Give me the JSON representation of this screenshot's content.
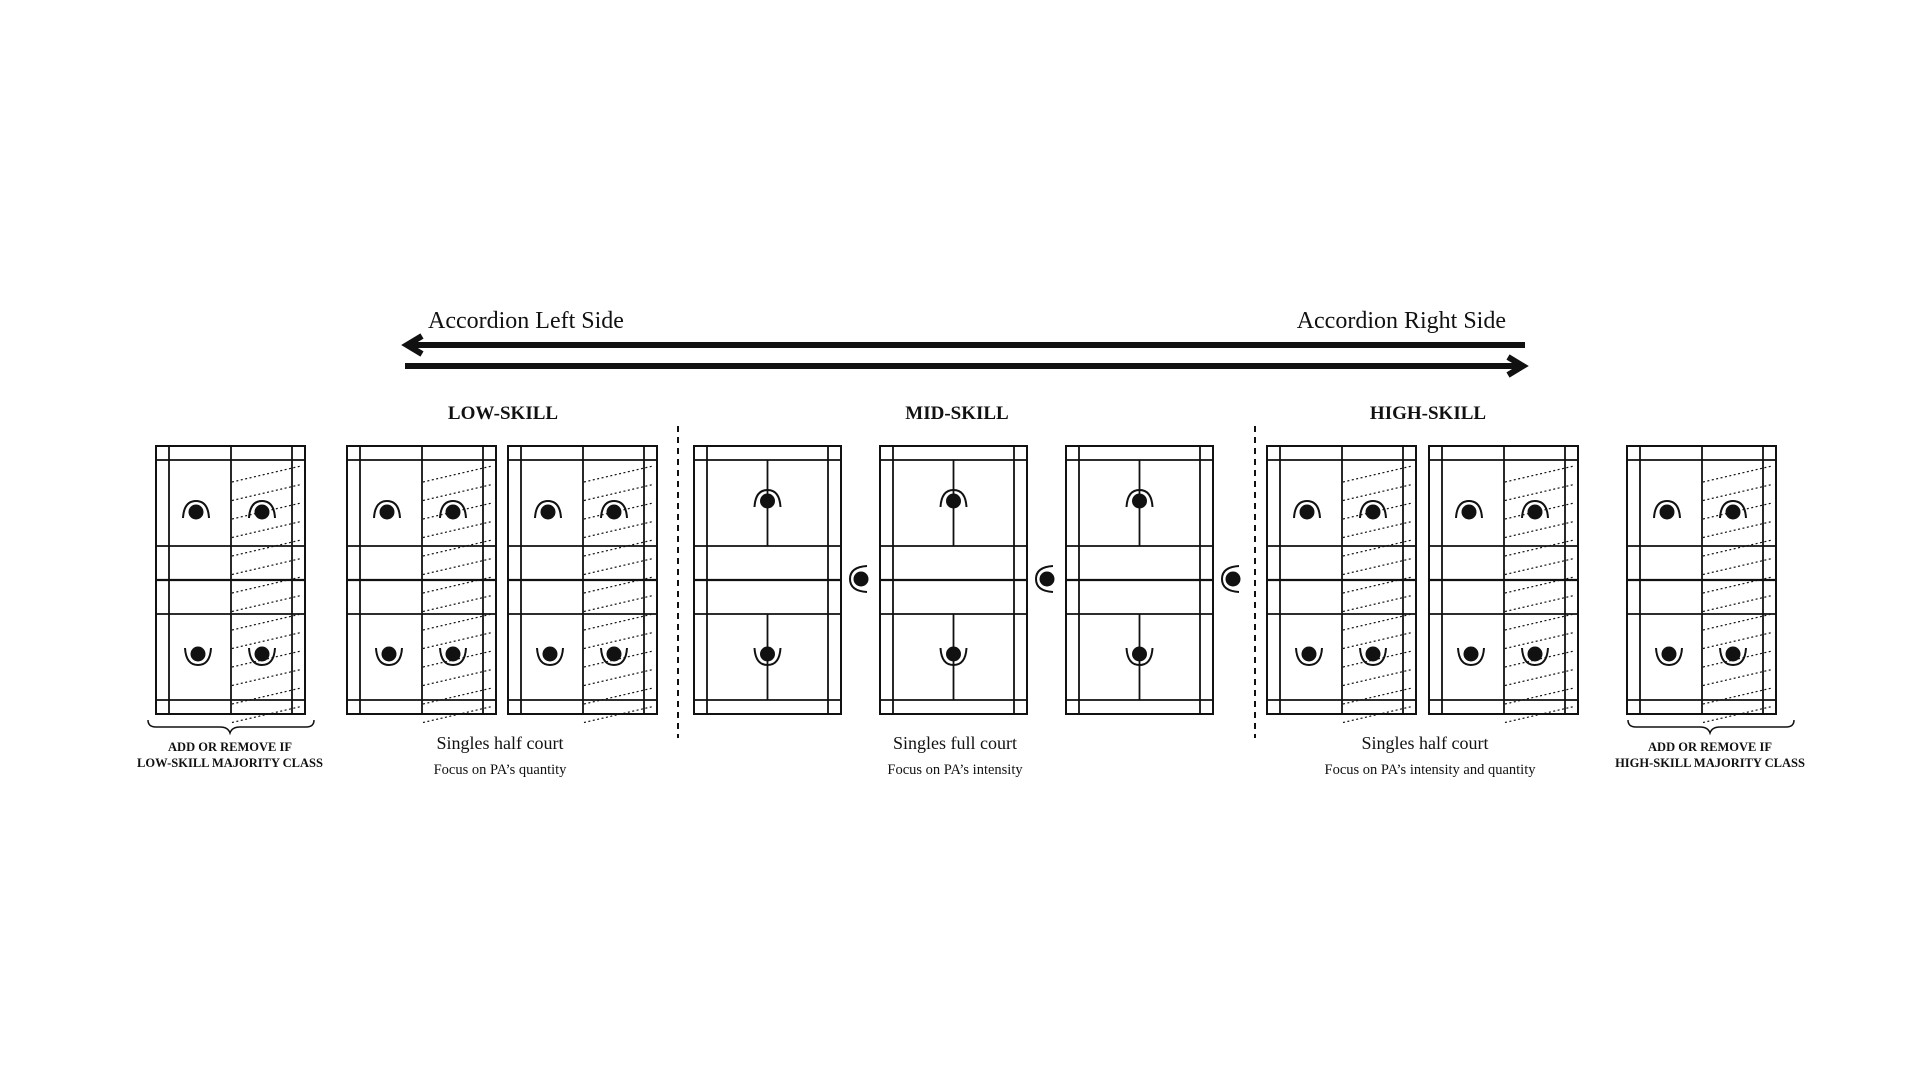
{
  "arrow_labels": {
    "left": "Accordion Left Side",
    "right": "Accordion Right Side"
  },
  "sections": [
    {
      "title": "LOW-SKILL",
      "caption": "Singles half court",
      "focus": "Focus on PA’s quantity"
    },
    {
      "title": "MID-SKILL",
      "caption": "Singles full court",
      "focus": "Focus on PA’s intensity"
    },
    {
      "title": "HIGH-SKILL",
      "caption": "Singles half court",
      "focus": "Focus on PA’s intensity and quantity"
    }
  ],
  "optional_courts": {
    "left_note_line1": "ADD OR REMOVE IF",
    "left_note_line2": "LOW-SKILL MAJORITY CLASS",
    "right_note_line1": "ADD OR REMOVE IF",
    "right_note_line2": "HIGH-SKILL MAJORITY CLASS"
  },
  "colors": {
    "ink": "#111111",
    "court_fill": "#ffffff",
    "background": "#ffffff"
  },
  "icons": {
    "player": "player-icon",
    "arrow": "double-arrow-icon"
  }
}
